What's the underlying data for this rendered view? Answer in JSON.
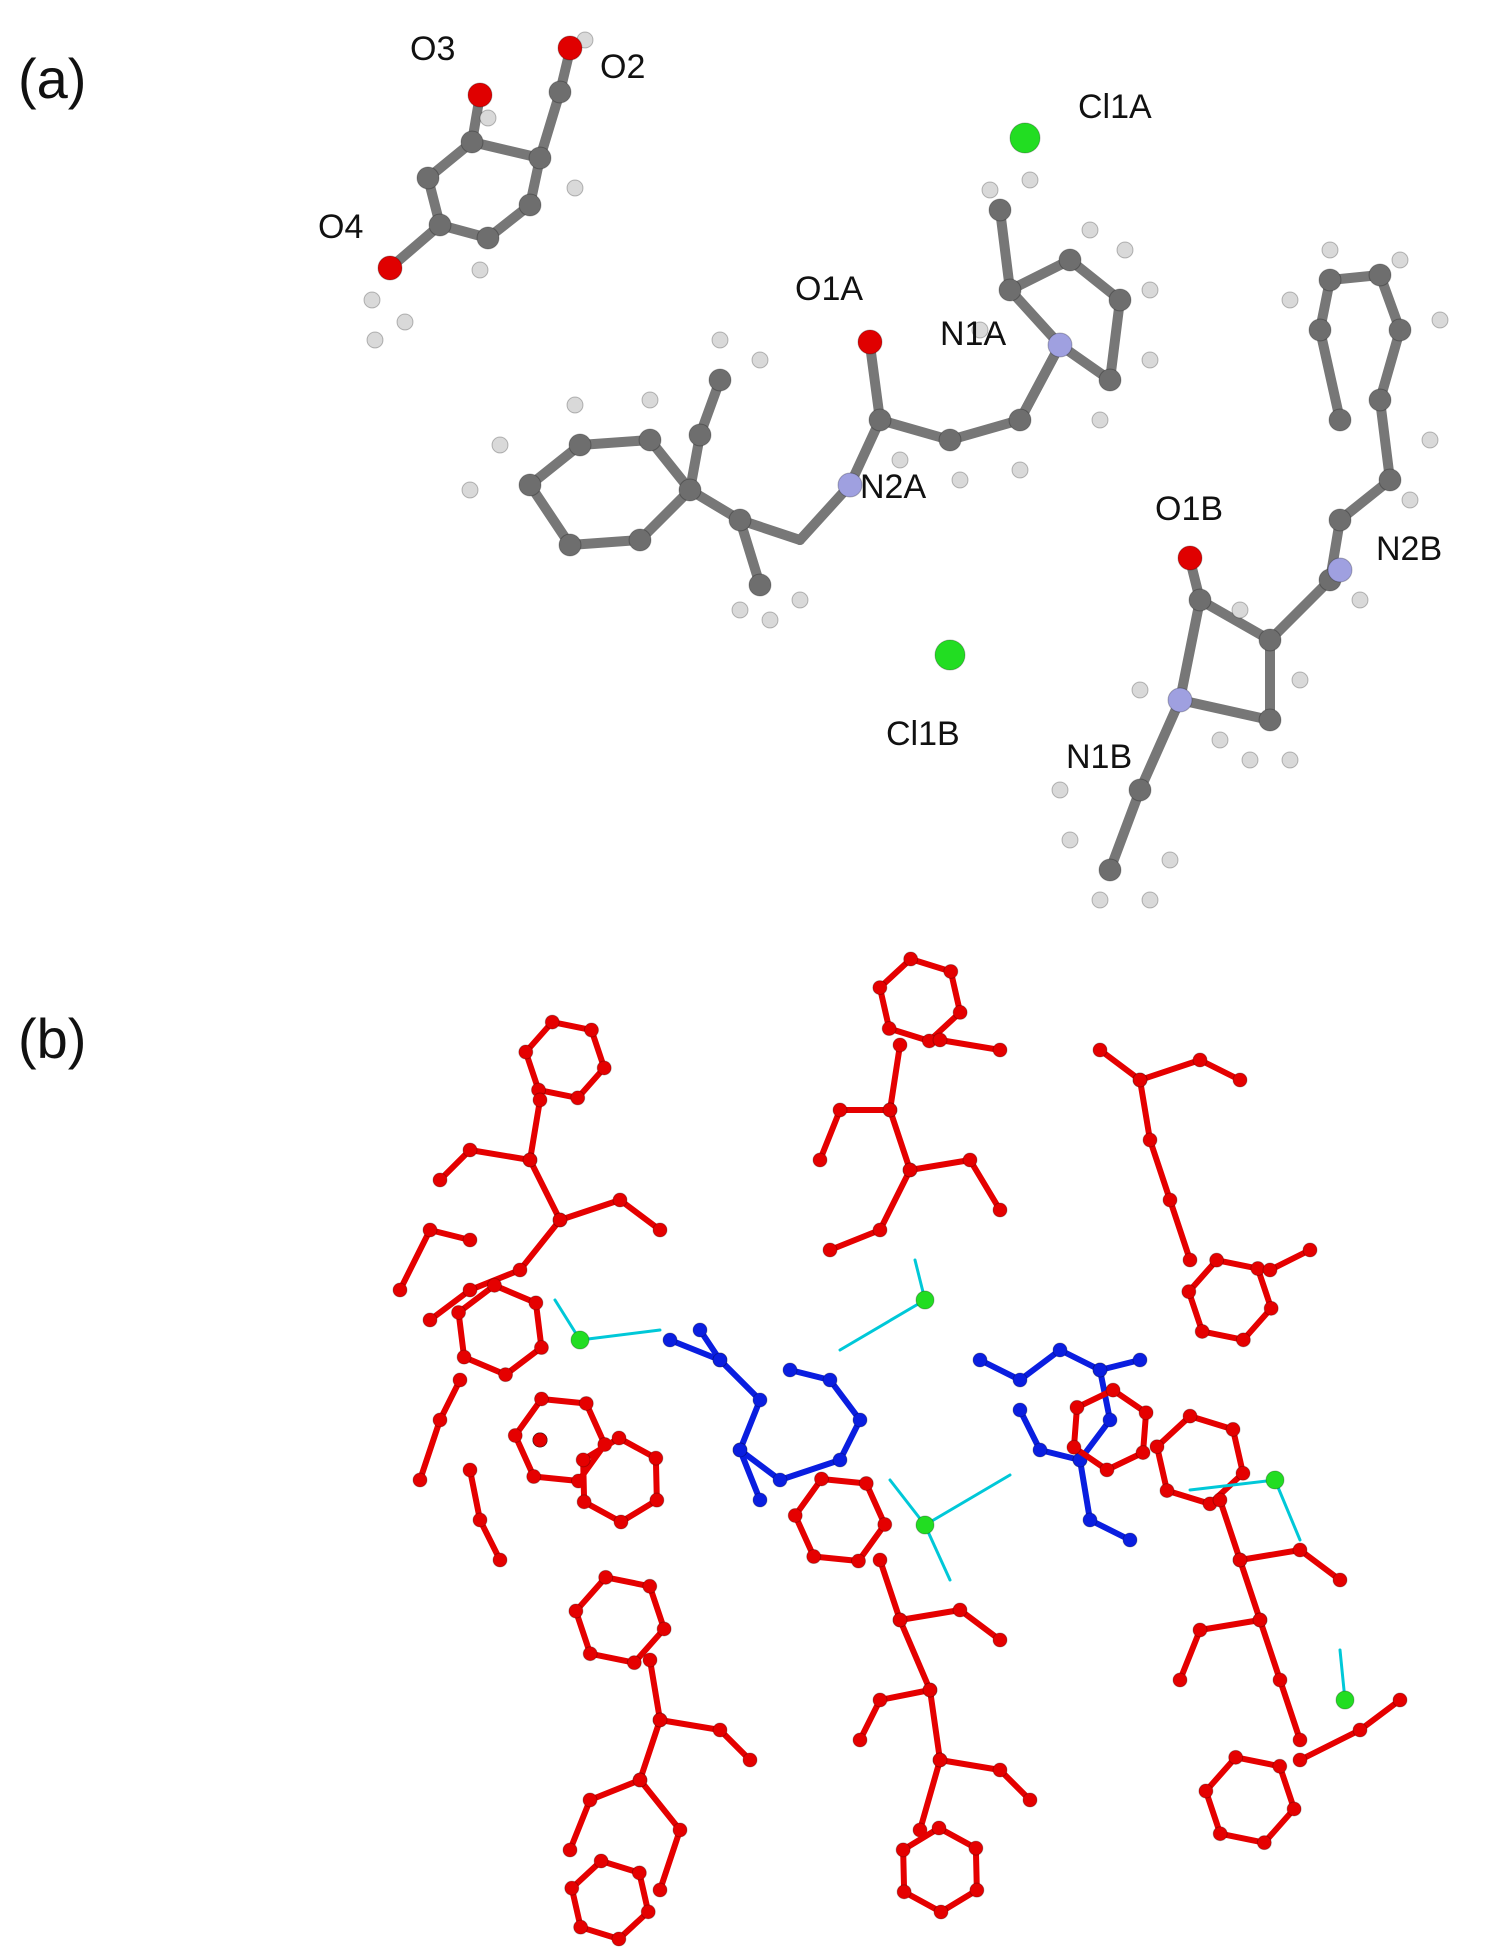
{
  "panels": {
    "a": {
      "label": "(a)"
    },
    "b": {
      "label": "(b)"
    }
  },
  "atom_labels": {
    "O3": "O3",
    "O2": "O2",
    "O4": "O4",
    "Cl1A": "Cl1A",
    "O1A": "O1A",
    "N1A": "N1A",
    "N2A": "N2A",
    "O1B": "O1B",
    "N2B": "N2B",
    "Cl1B": "Cl1B",
    "N1B": "N1B"
  },
  "colors": {
    "carbon": "#6e6e6e",
    "hydrogen": "#d9d9d9",
    "oxygen": "#e00000",
    "nitrogen": "#9fa0e0",
    "chlorine": "#22dd22",
    "bond": "#777777",
    "network_red": "#e50000",
    "network_blue": "#0a1ee0",
    "hbond_cyan": "#00c8d8"
  }
}
